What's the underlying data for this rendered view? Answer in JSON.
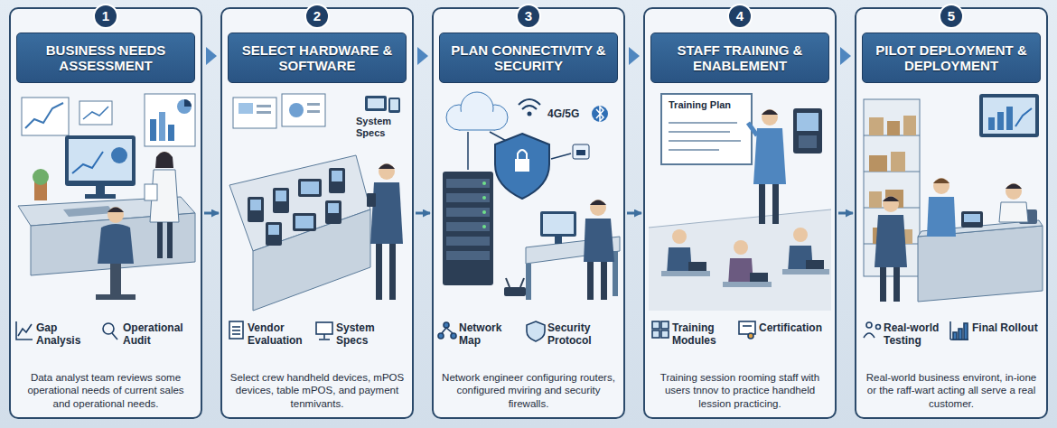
{
  "diagram": {
    "nodes": [
      {
        "text": [
          "Data analyst team reviews some operational needs of current sales and operational needs."
        ]
      },
      {
        "text": [
          "1"
        ],
        "in": 0
      },
      {
        "text": [
          "BUSINESS NEEDS ASSESSMENT"
        ],
        "in": 0
      },
      {
        "text": [
          "Select crew handheld devices, mPOS devices, table mPOS, and payment tenmivants."
        ]
      },
      {
        "text": [
          "2"
        ],
        "in": 3
      },
      {
        "text": [
          "SELECT HARDWARE & SOFTWARE"
        ],
        "in": 3
      },
      {
        "text": [
          "Network engineer configuring routers, configured mviring and security firewalls."
        ]
      },
      {
        "text": [
          "3"
        ],
        "in": 6
      },
      {
        "text": [
          "PLAN CONNECTIVITY & SECURITY"
        ],
        "in": 6
      },
      {
        "text": [
          "Training session rooming staff with users tnnov to practice handheld lession practicing."
        ]
      },
      {
        "text": [
          "4"
        ],
        "in": 9
      },
      {
        "text": [
          "STAFF TRAINING & ENABLEMENT"
        ],
        "in": 9
      },
      {
        "text": [
          "Real-world business environt, in-ione or the raff-wart acting all serve a real customer."
        ]
      },
      {
        "text": [
          "5"
        ],
        "in": 12
      },
      {
        "text": [
          "PILOT DEPLOYMENT & DEPLOYMENT"
        ],
        "in": 12
      }
    ],
    "edges": [
      {
        "from": 0,
        "to": 3,
        "arrow": "to"
      },
      {
        "from": 3,
        "to": 6,
        "arrow": "to"
      },
      {
        "from": 6,
        "to": 9,
        "arrow": "to"
      },
      {
        "from": 9,
        "to": 12,
        "arrow": "to"
      }
    ],
    "labels": [
      "Gap Analysis",
      "Operational Audit",
      "System Specs",
      "Vendor Evaluation",
      "System Specs",
      "4G/5G",
      "Network Map",
      "Security Protocol",
      "Training Plan",
      "Training Modules",
      "Certification",
      "Real-world Testing",
      "Final Rollout"
    ]
  }
}
